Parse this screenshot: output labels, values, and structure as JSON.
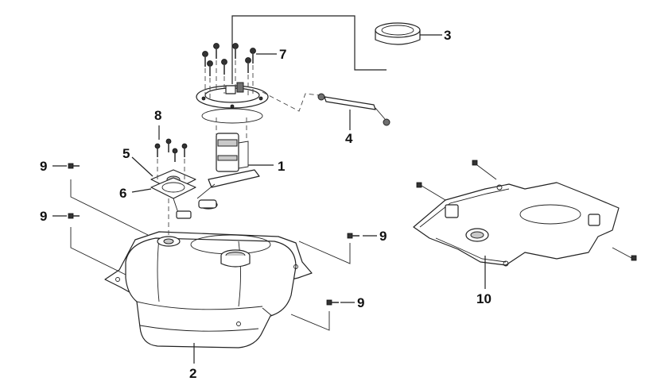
{
  "callouts": {
    "fuel_pump": "1",
    "fuel_tank": "2",
    "tank_cap": "3",
    "fuel_hose": "4",
    "sender_plate": "5",
    "sender_gasket": "6",
    "pump_bolts": "7",
    "sender_screws": "8",
    "tank_bolt_a": "9",
    "tank_bolt_b": "9",
    "tank_bolt_c": "9",
    "tank_bolt_d": "9",
    "undercover": "10"
  }
}
